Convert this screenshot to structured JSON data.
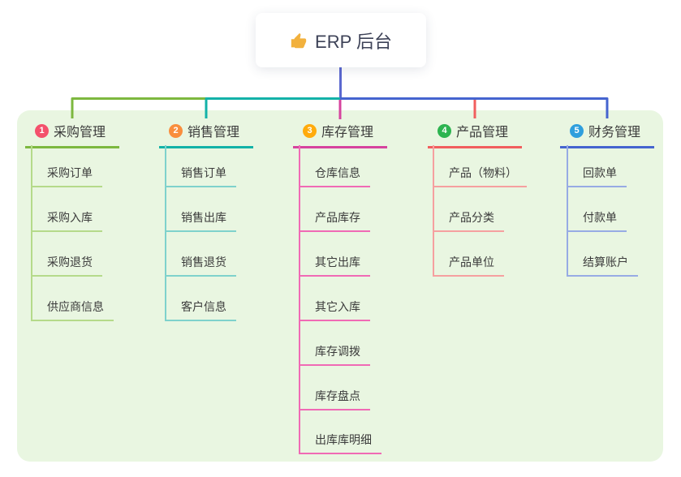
{
  "root": {
    "icon": "thumbs-up-icon",
    "label": "ERP 后台"
  },
  "connector_color": "#5b68cf",
  "panel_color": "#e9f6e1",
  "branches": [
    {
      "index": "1",
      "label": "采购管理",
      "badge_color": "#f4516c",
      "line_color": "#7db83f",
      "child_line_color": "#b5da8a",
      "children": [
        "采购订单",
        "采购入库",
        "采购退货",
        "供应商信息"
      ]
    },
    {
      "index": "2",
      "label": "销售管理",
      "badge_color": "#f98e3d",
      "line_color": "#13b2a8",
      "child_line_color": "#7fd2cc",
      "children": [
        "销售订单",
        "销售出库",
        "销售退货",
        "客户信息"
      ]
    },
    {
      "index": "3",
      "label": "库存管理",
      "badge_color": "#ffab0c",
      "line_color": "#d6439e",
      "child_line_color": "#f06ab5",
      "children": [
        "仓库信息",
        "产品库存",
        "其它出库",
        "其它入库",
        "库存调拨",
        "库存盘点",
        "出库库明细"
      ]
    },
    {
      "index": "4",
      "label": "产品管理",
      "badge_color": "#2db450",
      "line_color": "#f15e5e",
      "child_line_color": "#f6a0a0",
      "children": [
        "产品（物料）",
        "产品分类",
        "产品单位"
      ]
    },
    {
      "index": "5",
      "label": "财务管理",
      "badge_color": "#2f9fdd",
      "line_color": "#4564cf",
      "child_line_color": "#97abe4",
      "children": [
        "回款单",
        "付款单",
        "结算账户"
      ]
    }
  ]
}
